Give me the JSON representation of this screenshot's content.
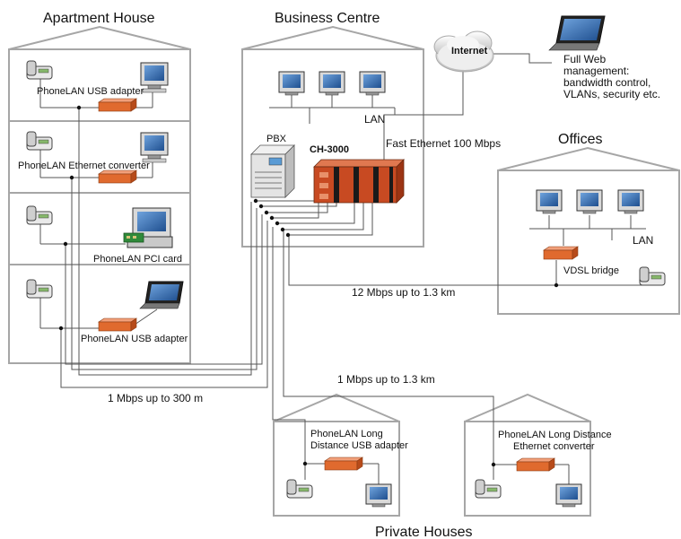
{
  "colors": {
    "house_outline": "#a6a6a6",
    "wire": "#555555",
    "adapter": "#e06a2e",
    "switch_body": "#c84a22",
    "monitor": "#2b5d9b",
    "phone_screen": "#86b86b"
  },
  "buildings": {
    "apartment": {
      "title": "Apartment House"
    },
    "business": {
      "title": "Business Centre"
    },
    "offices": {
      "title": "Offices"
    },
    "private": {
      "title": "Private Houses"
    }
  },
  "apartment_floors": [
    {
      "label": "PhoneLAN USB adapter",
      "devices": [
        "phone-icon",
        "computer-icon",
        "adapter-icon"
      ]
    },
    {
      "label": "PhoneLAN Ethernet converter",
      "devices": [
        "phone-icon",
        "computer-icon",
        "adapter-icon"
      ]
    },
    {
      "label": "PhoneLAN PCI card",
      "devices": [
        "phone-icon",
        "pc-with-card-icon"
      ]
    },
    {
      "label": "PhoneLAN USB adapter",
      "devices": [
        "phone-icon",
        "laptop-icon",
        "adapter-icon"
      ]
    }
  ],
  "business_centre": {
    "lan_label": "LAN",
    "pbx_label": "PBX",
    "switch_label": "CH-3000",
    "uplink_label": "Fast Ethernet 100 Mbps"
  },
  "internet": {
    "label": "Internet",
    "management_text": [
      "Full Web",
      "management:",
      "bandwidth control,",
      "VLANs, security etc."
    ]
  },
  "offices": {
    "lan_label": "LAN",
    "bridge_label": "VDSL bridge"
  },
  "links": {
    "offices_link": "12 Mbps up to 1.3 km",
    "private_link": "1 Mbps up to 1.3 km",
    "apartment_link": "1 Mbps up to 300 m"
  },
  "private_houses": [
    {
      "label_lines": [
        "PhoneLAN Long",
        "Distance USB adapter"
      ]
    },
    {
      "label_lines": [
        "PhoneLAN Long Distance",
        "Ethernet converter"
      ]
    }
  ]
}
